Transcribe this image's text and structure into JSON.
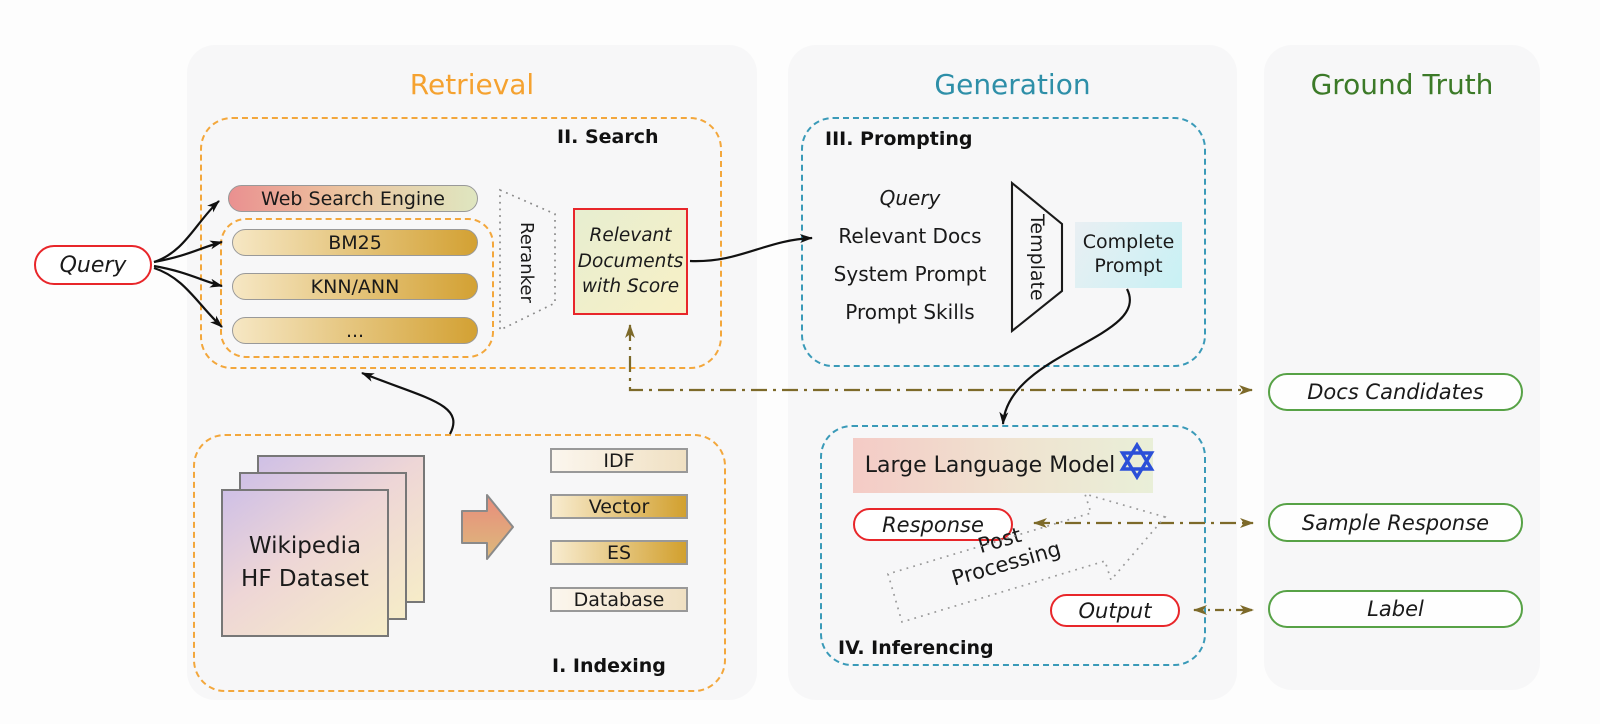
{
  "panels": {
    "retrieval": {
      "title": "Retrieval"
    },
    "generation": {
      "title": "Generation"
    },
    "ground_truth": {
      "title": "Ground Truth"
    }
  },
  "query_pill": {
    "label": "Query"
  },
  "search_box": {
    "label": "II. Search",
    "engines": [
      "Web Search Engine",
      "BM25",
      "KNN/ANN",
      "..."
    ],
    "reranker_label": "Reranker",
    "relevant_docs_lines": [
      "Relevant",
      "Documents",
      "with Score"
    ]
  },
  "indexing_box": {
    "label": "I. Indexing",
    "dataset_lines": [
      "Wikipedia",
      "HF Dataset"
    ],
    "indexes": [
      "IDF",
      "Vector",
      "ES",
      "Database"
    ]
  },
  "prompting_box": {
    "label": "III. Prompting",
    "items": [
      "Query",
      "Relevant Docs",
      "System Prompt",
      "Prompt Skills"
    ],
    "template_label": "Template",
    "complete_prompt_lines": [
      "Complete",
      "Prompt"
    ]
  },
  "inferencing_box": {
    "label": "IV. Inferencing",
    "llm_label": "Large Language Model",
    "response_label": "Response",
    "output_label": "Output",
    "post_processing_lines": [
      "Post",
      "Processing"
    ]
  },
  "ground_truth_items": {
    "docs_candidates": "Docs Candidates",
    "sample_response": "Sample Response",
    "label": "Label"
  },
  "icons": {
    "llm_badge": "star-of-david-icon"
  },
  "colors": {
    "orange_dash": "#F3A73C",
    "teal_dash": "#3A9AB8",
    "green_border": "#57A246",
    "title_orange": "#F5A230",
    "title_teal": "#2E8FA8",
    "title_green": "#3C7A28",
    "highlight_red": "#E8262A",
    "flow_olive": "#7D6A2A",
    "star_blue": "#2B4FD8",
    "panel_bg": "#F7F7F8"
  }
}
